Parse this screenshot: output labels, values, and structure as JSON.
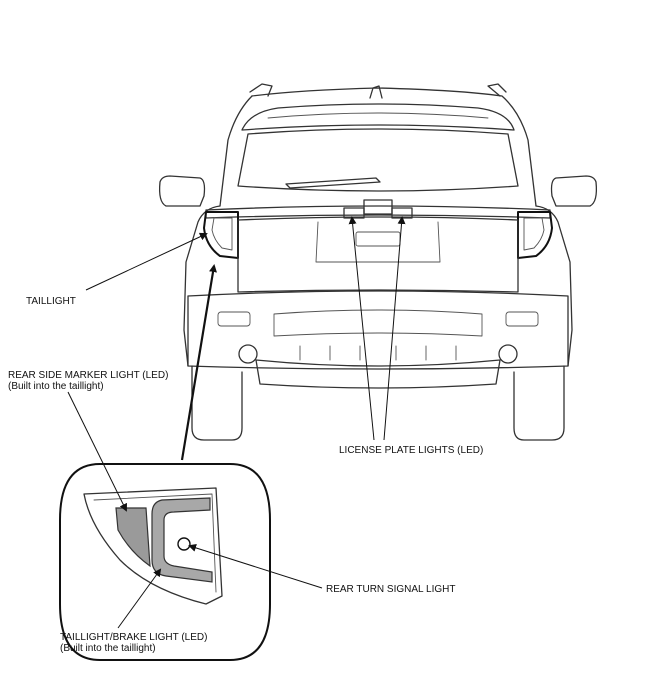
{
  "labels": {
    "taillight": "TAILLIGHT",
    "rear_side_marker_line1": "REAR SIDE MARKER LIGHT (LED)",
    "rear_side_marker_line2": "(Built into the taillight)",
    "license_plate_lights": "LICENSE PLATE LIGHTS (LED)",
    "rear_turn_signal": "REAR TURN SIGNAL LIGHT",
    "taillight_brake_line1": "TAILLIGHT/BRAKE LIGHT (LED)",
    "taillight_brake_line2": "(Built into the taillight)"
  },
  "colors": {
    "outline": "#333333",
    "marker_fill": "#9a9a9a",
    "brake_fill": "#a8a8a8",
    "background": "#ffffff"
  }
}
